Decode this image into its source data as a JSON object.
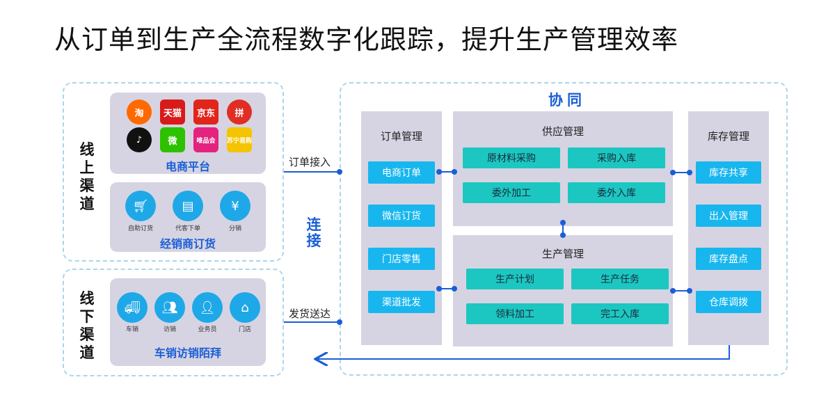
{
  "title": "从订单到生产全流程数字化跟踪，提升生产管理效率",
  "online": {
    "label": "线上渠道",
    "ecommerce": {
      "title": "电商平台",
      "apps": [
        {
          "name": "淘",
          "color": "#ff6a00"
        },
        {
          "name": "天猫",
          "color": "#d91a1a"
        },
        {
          "name": "京东",
          "color": "#e1251b"
        },
        {
          "name": "拼",
          "color": "#e02e24"
        },
        {
          "name": "♪",
          "color": "#111111"
        },
        {
          "name": "微",
          "color": "#2dc100"
        },
        {
          "name": "唯品会",
          "color": "#e4237f"
        },
        {
          "name": "苏宁易购",
          "color": "#f5c400"
        }
      ]
    },
    "dealer": {
      "title": "经销商订货",
      "items": [
        "自助订货",
        "代客下单",
        "分销"
      ]
    }
  },
  "offline": {
    "label": "线下渠道",
    "title": "车销访销陌拜",
    "items": [
      "车销",
      "访销",
      "业务员",
      "门店"
    ]
  },
  "arrows": {
    "order_in": "订单接入",
    "delivery": "发货送达",
    "connect": "连接"
  },
  "collab": {
    "title": "协同",
    "order_mgmt": {
      "title": "订单管理",
      "items": [
        "电商订单",
        "微信订货",
        "门店零售",
        "渠道批发"
      ]
    },
    "supply_mgmt": {
      "title": "供应管理",
      "items": [
        "原材料采购",
        "采购入库",
        "委外加工",
        "委外入库"
      ]
    },
    "production_mgmt": {
      "title": "生产管理",
      "items": [
        "生产计划",
        "生产任务",
        "领料加工",
        "完工入库"
      ]
    },
    "inventory_mgmt": {
      "title": "库存管理",
      "items": [
        "库存共享",
        "出入管理",
        "库存盘点",
        "仓库调拨"
      ]
    }
  },
  "colors": {
    "accent_blue": "#1a5ed6",
    "button_blue": "#18b6ee",
    "button_teal": "#1cc7c1",
    "panel_gray": "#d6d4e2",
    "dash_border": "#a9d6ee"
  }
}
